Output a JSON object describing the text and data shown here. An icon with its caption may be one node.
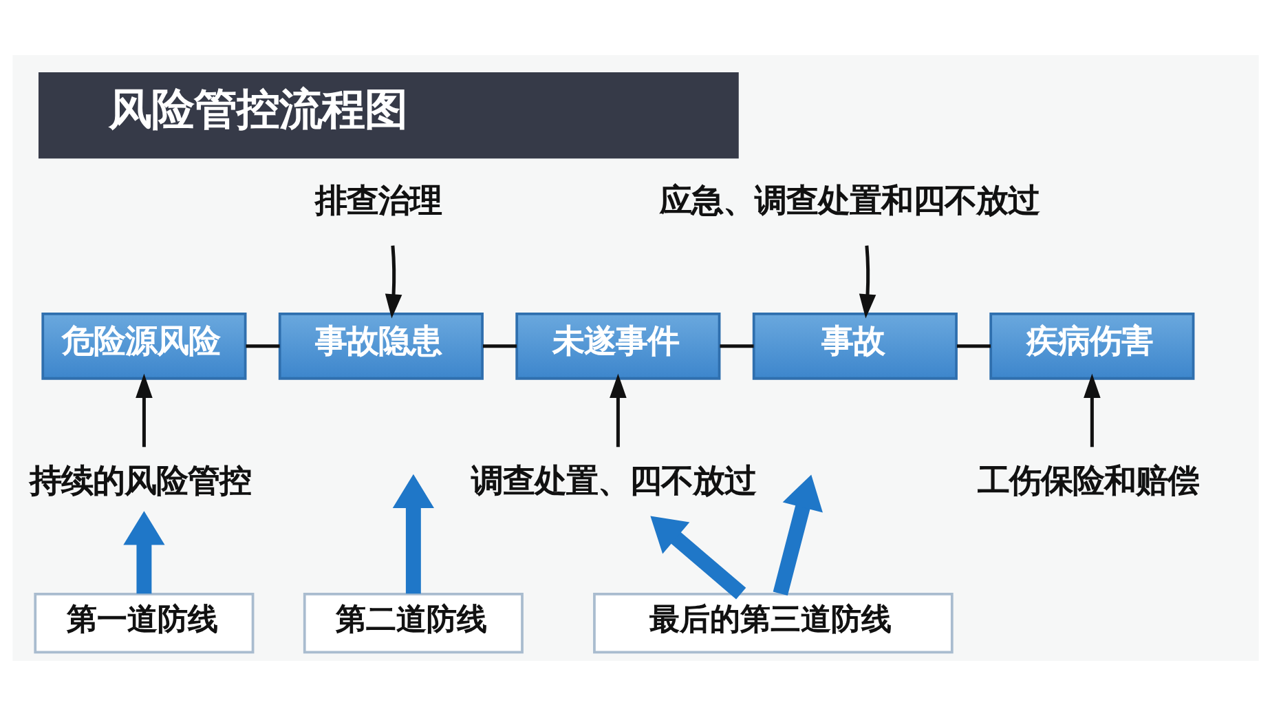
{
  "diagram": {
    "title": "风险管控流程图",
    "nodes": [
      {
        "text": [
          "危险源风险"
        ]
      },
      {
        "text": [
          "事故隐患"
        ]
      },
      {
        "text": [
          "未遂事件"
        ]
      },
      {
        "text": [
          "事故"
        ]
      },
      {
        "text": [
          "疾病伤害"
        ]
      },
      {
        "text": [
          "排查治理"
        ]
      },
      {
        "text": [
          "应急、调查处置和四不放过"
        ]
      },
      {
        "text": [
          "持续的风险管控"
        ]
      },
      {
        "text": [
          "调查处置、四不放过"
        ]
      },
      {
        "text": [
          "工伤保险和赔偿"
        ]
      },
      {
        "text": [
          "第一道防线"
        ]
      },
      {
        "text": [
          "第二道防线"
        ]
      },
      {
        "text": [
          "最后的第三道防线"
        ]
      }
    ],
    "edges": [
      {
        "from": 0,
        "to": 1,
        "arrow": "none"
      },
      {
        "from": 1,
        "to": 2,
        "arrow": "none"
      },
      {
        "from": 2,
        "to": 3,
        "arrow": "none"
      },
      {
        "from": 3,
        "to": 4,
        "arrow": "none"
      },
      {
        "from": 5,
        "to": 1,
        "arrow": "to"
      },
      {
        "from": 6,
        "to": 3,
        "arrow": "to"
      },
      {
        "from": 7,
        "to": 0,
        "arrow": "to"
      },
      {
        "from": 8,
        "to": 2,
        "arrow": "to"
      },
      {
        "from": 9,
        "to": 4,
        "arrow": "to"
      },
      {
        "from": 10,
        "to": 7,
        "arrow": "to",
        "style": "thick",
        "color": "#1f77c8"
      },
      {
        "from": 11,
        "to": null,
        "arrow": "to",
        "style": "thick",
        "color": "#1f77c8"
      },
      {
        "from": 12,
        "to": 8,
        "arrow": "to",
        "style": "thick",
        "color": "#1f77c8"
      },
      {
        "from": 12,
        "to": null,
        "arrow": "to",
        "style": "thick",
        "color": "#1f77c8"
      }
    ]
  }
}
